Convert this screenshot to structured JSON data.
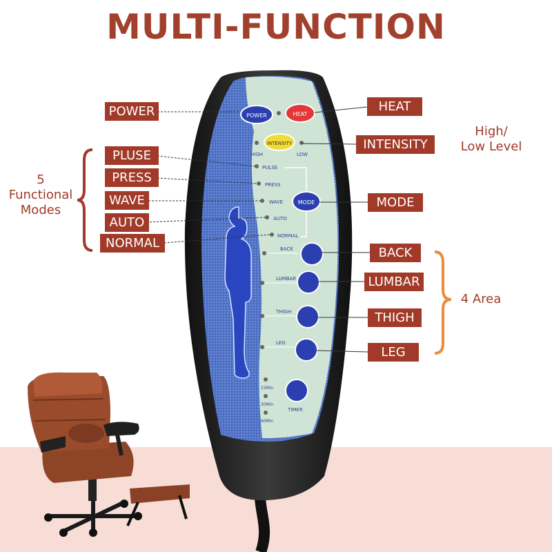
{
  "title": "MULTI-FUNCTION",
  "left_labels": {
    "power": "POWER",
    "pluse": "PLUSE",
    "press": "PRESS",
    "wave": "WAVE",
    "auto": "AUTO",
    "normal": "NORMAL"
  },
  "right_labels": {
    "heat": "HEAT",
    "intensity": "INTENSITY",
    "mode": "MODE",
    "back": "BACK",
    "lumbar": "LUMBAR",
    "thigh": "THIGH",
    "leg": "LEG"
  },
  "notes": {
    "modes_count": "5",
    "modes_line1": "Functional",
    "modes_line2": "Modes",
    "level_line1": "High/",
    "level_line2": "Low Level",
    "area": "4 Area"
  },
  "remote": {
    "power_btn": "POWER",
    "heat_btn": "HEAT",
    "intensity_btn": "INTENSITY",
    "high": "HIGH",
    "low": "LOW",
    "mode_btn": "MODE",
    "modes": [
      "PULSE",
      "PRESS",
      "WAVE",
      "AUTO",
      "NORMAL"
    ],
    "areas": [
      "BACK",
      "LUMBAR",
      "THIGH",
      "LEG"
    ],
    "timer_btn": "TIMER",
    "timer_options": [
      "15Min",
      "30Min",
      "60Min"
    ]
  },
  "colors": {
    "label_bg": "#a13a28",
    "title": "#a1412d",
    "bracket_left": "#a13a28",
    "bracket_right": "#e98d3b",
    "button_blue": "#2c3fb0",
    "heat_red": "#e23838",
    "intensity_yellow": "#f1dc36"
  }
}
